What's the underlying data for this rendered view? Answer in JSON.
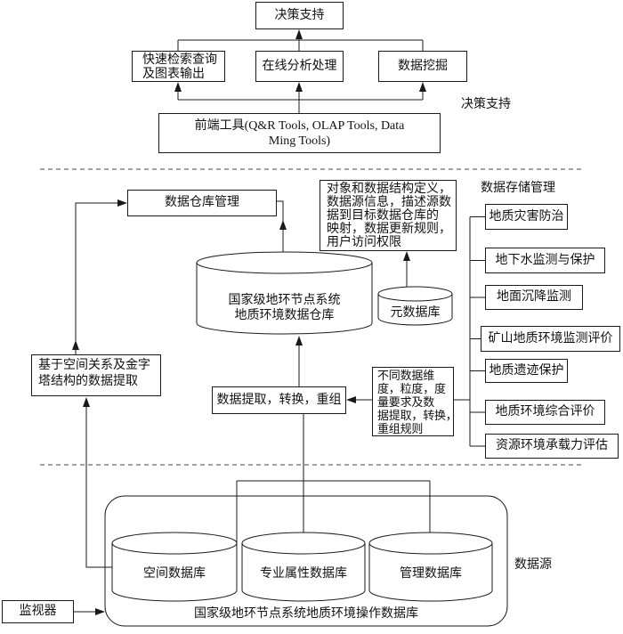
{
  "decision_support": {
    "decision_box": "决策支持",
    "query_box": [
      "快速检索查询",
      "及图表输出"
    ],
    "olap_box": "在线分析处理",
    "mining_box": "数据挖掘",
    "frontend_box": [
      "前端工具(Q&R Tools, OLAP Tools, Data",
      "Ming Tools)"
    ],
    "section_label": "决策支持"
  },
  "data_storage": {
    "section_label": "数据存储管理",
    "warehouse_mgmt_box": "数据仓库管理",
    "metadata_desc_box": [
      "对象和数据结构定义，",
      "数据源信息，描述源数",
      "据到目标数据仓库的",
      "映射，数据更新规则，",
      "用户访问权限"
    ],
    "warehouse_db": [
      "国家级地环节点系统",
      "地质环境数据仓库"
    ],
    "metadata_db": "元数据库",
    "spatial_extract_box": [
      "基于空间关系及金字",
      "塔结构的数据提取"
    ],
    "etl_box": "数据提取，转换，重组",
    "etl_rules_box": [
      "不同数据维",
      "度，粒度，度",
      "量要求及数",
      "据提取，转换，",
      "重组规则"
    ],
    "applications": [
      "地质灾害防治",
      "地下水监测与保护",
      "地面沉降监测",
      "矿山地质环境监测评价",
      "地质遗迹保护",
      "地质环境综合评价",
      "资源环境承载力评估"
    ]
  },
  "data_source": {
    "section_label": "数据源",
    "operational_db": "国家级地环节点系统地质环境操作数据库",
    "databases": [
      "空间数据库",
      "专业属性数据库",
      "管理数据库"
    ],
    "monitor_box": "监视器"
  }
}
